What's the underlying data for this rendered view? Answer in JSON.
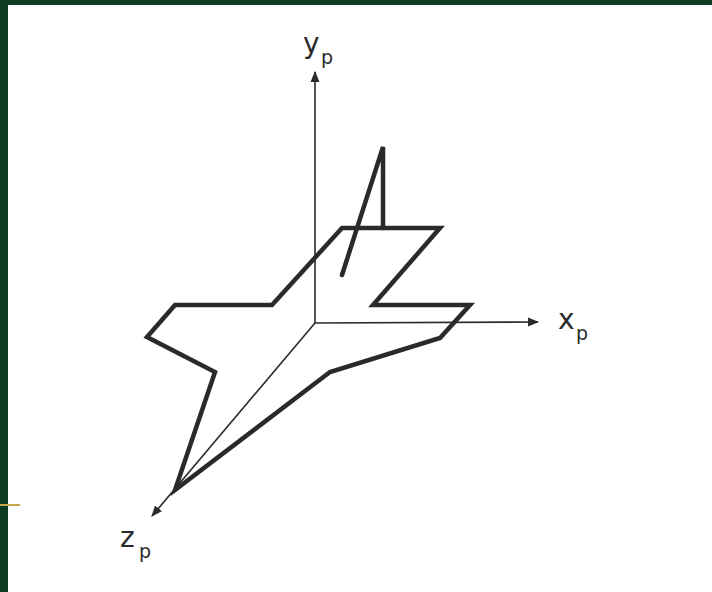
{
  "diagram": {
    "labels": [
      "y",
      "p",
      "x",
      "p",
      "z",
      "p"
    ]
  }
}
